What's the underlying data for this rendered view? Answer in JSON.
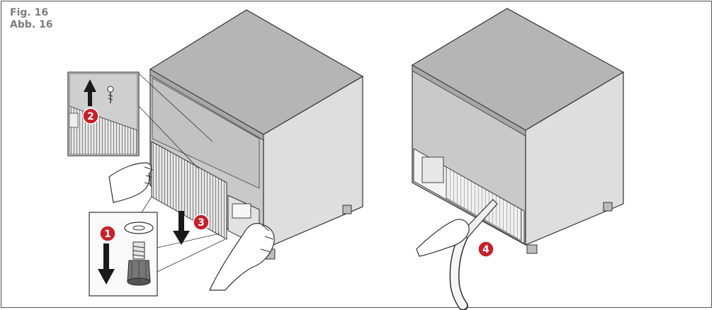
{
  "figure": {
    "caption_en": "Fig. 16",
    "caption_de": "Abb. 16"
  },
  "steps": [
    {
      "number": "1",
      "icon": "arrow-down-icon"
    },
    {
      "number": "2",
      "icon": "arrow-up-icon"
    },
    {
      "number": "3",
      "icon": "arrow-down-icon"
    },
    {
      "number": "4",
      "icon": "vacuum-hose-icon"
    }
  ],
  "colors": {
    "badge": "#c8202a",
    "cabinet_top": "#b5b5b5",
    "cabinet_front": "#c9c9c9",
    "cabinet_side": "#dedede",
    "outline": "#333333",
    "arrow": "#1a1a1a",
    "frame": "#555555",
    "caption": "#7d7d7d"
  }
}
